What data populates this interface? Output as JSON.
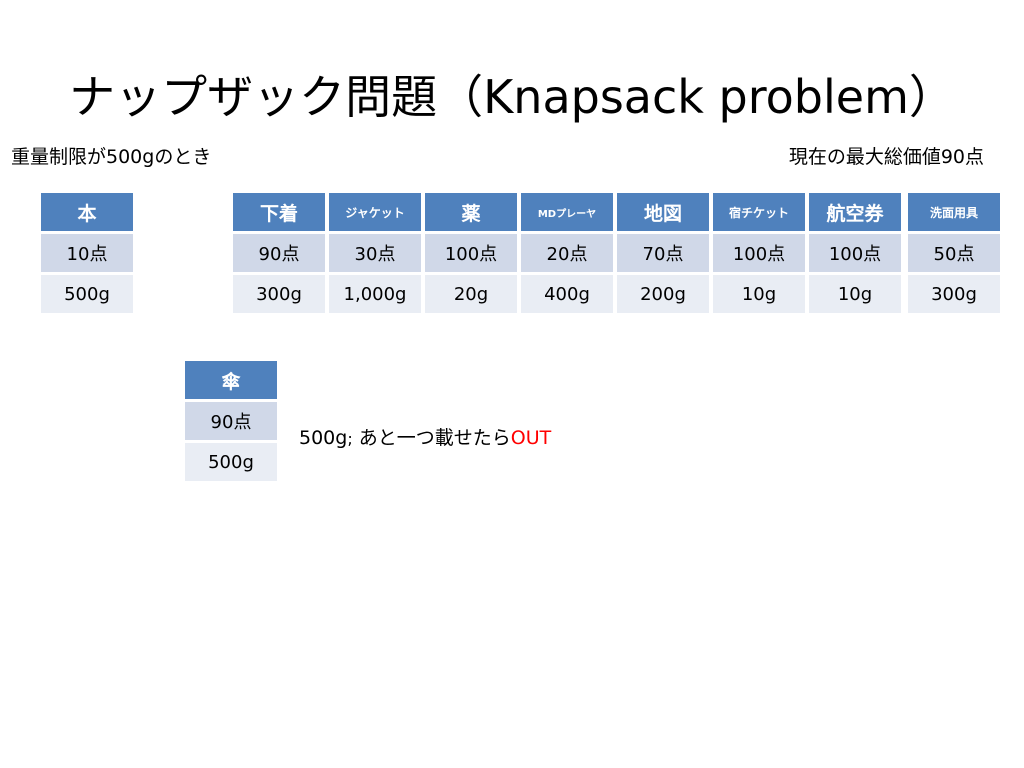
{
  "title": "ナップザック問題（Knapsack problem）",
  "constraint": "重量制限が500gのとき",
  "current_max": "現在の最大総価値90点",
  "knapsack_items": [
    {
      "name": "本",
      "value": "10点",
      "weight": "500g"
    }
  ],
  "candidate_items": [
    {
      "name": "下着",
      "value": "90点",
      "weight": "300g"
    },
    {
      "name": "ジャケット",
      "value": "30点",
      "weight": "1,000g"
    },
    {
      "name": "薬",
      "value": "100点",
      "weight": "20g"
    },
    {
      "name": "MDプレーヤ",
      "value": "20点",
      "weight": "400g"
    },
    {
      "name": "地図",
      "value": "70点",
      "weight": "200g"
    },
    {
      "name": "宿チケット",
      "value": "100点",
      "weight": "10g"
    },
    {
      "name": "航空券",
      "value": "100点",
      "weight": "10g"
    },
    {
      "name": "洗面用具",
      "value": "50点",
      "weight": "300g"
    }
  ],
  "selected_item": {
    "name": "傘",
    "value": "90点",
    "weight": "500g"
  },
  "note": {
    "weight_text": "500g",
    "separator": ";",
    "message": "あと一つ載せたら",
    "out_text": "OUT"
  }
}
